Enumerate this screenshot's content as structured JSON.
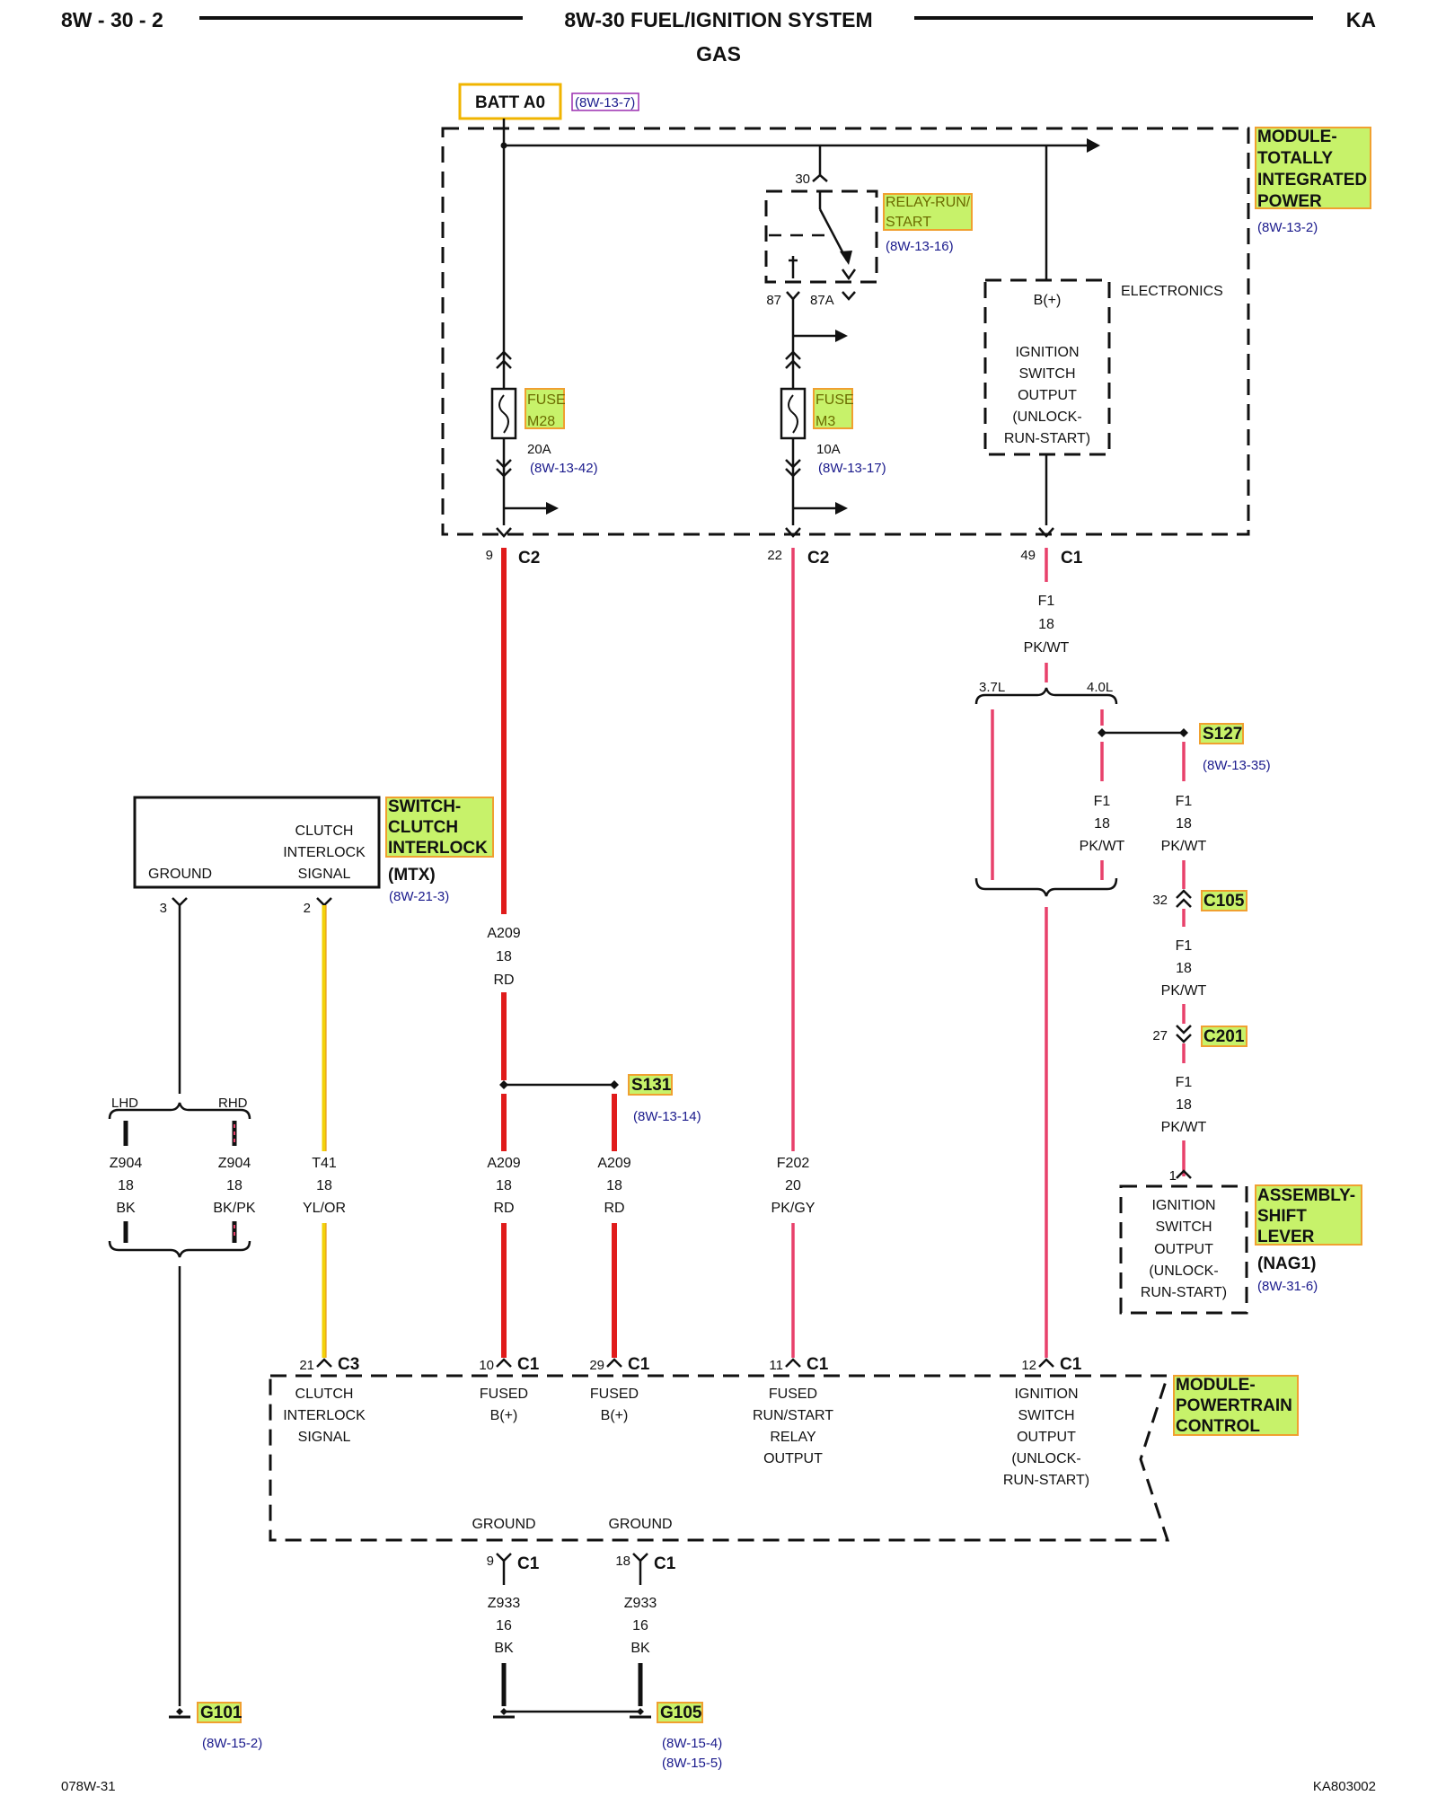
{
  "header": {
    "page_code": "8W - 30 - 2",
    "title": "8W-30 FUEL/IGNITION SYSTEM",
    "subtitle": "GAS",
    "model": "KA"
  },
  "footer": {
    "left_code": "078W-31",
    "right_code": "KA803002"
  },
  "source": {
    "name": "BATT A0",
    "ref": "(8W-13-7)"
  },
  "tipm": {
    "name_lines": [
      "MODULE-",
      "TOTALLY",
      "INTEGRATED",
      "POWER"
    ],
    "ref": "(8W-13-2)",
    "relay": {
      "name_lines": [
        "RELAY-RUN/",
        "START"
      ],
      "ref": "(8W-13-16)",
      "pin_30": "30",
      "pin_87": "87",
      "pin_87a": "87A"
    },
    "fuse_m28": {
      "name_lines": [
        "FUSE",
        "M28"
      ],
      "rating": "20A",
      "ref": "(8W-13-42)"
    },
    "fuse_m3": {
      "name_lines": [
        "FUSE",
        "M3"
      ],
      "rating": "10A",
      "ref": "(8W-13-17)"
    },
    "electronics": {
      "label": "ELECTRONICS",
      "bplus": "B(+)",
      "lines": [
        "IGNITION",
        "SWITCH",
        "OUTPUT",
        "(UNLOCK-",
        "RUN-START)"
      ]
    },
    "connectors": [
      {
        "pin": "9",
        "conn": "C2"
      },
      {
        "pin": "22",
        "conn": "C2"
      },
      {
        "pin": "49",
        "conn": "C1"
      }
    ]
  },
  "wires": {
    "f1_top": [
      "F1",
      "18",
      "PK/WT"
    ],
    "engine_3_7": "3.7L",
    "engine_4_0": "4.0L",
    "f1_left": [
      "F1",
      "18",
      "PK/WT"
    ],
    "f1_right": [
      "F1",
      "18",
      "PK/WT"
    ],
    "f1_c105": [
      "F1",
      "18",
      "PK/WT"
    ],
    "f1_c201": [
      "F1",
      "18",
      "PK/WT"
    ],
    "a209_top": [
      "A209",
      "18",
      "RD"
    ],
    "a209_left": [
      "A209",
      "18",
      "RD"
    ],
    "a209_right": [
      "A209",
      "18",
      "RD"
    ],
    "f202": [
      "F202",
      "20",
      "PK/GY"
    ],
    "t41": [
      "T41",
      "18",
      "YL/OR"
    ],
    "z904_bk": [
      "Z904",
      "18",
      "BK"
    ],
    "z904_bkpk": [
      "Z904",
      "18",
      "BK/PK"
    ],
    "z933_a": [
      "Z933",
      "16",
      "BK"
    ],
    "z933_b": [
      "Z933",
      "16",
      "BK"
    ],
    "lhd": "LHD",
    "rhd": "RHD"
  },
  "splices": {
    "s127": {
      "name": "S127",
      "ref": "(8W-13-35)"
    },
    "s131": {
      "name": "S131",
      "ref": "(8W-13-14)"
    }
  },
  "inline_connectors": {
    "c105": {
      "pin": "32",
      "name": "C105"
    },
    "c201": {
      "pin": "27",
      "name": "C201"
    }
  },
  "clutch_switch": {
    "name_lines": [
      "SWITCH-",
      "CLUTCH",
      "INTERLOCK"
    ],
    "variant": "(MTX)",
    "ref": "(8W-21-3)",
    "ground": "GROUND",
    "signal_lines": [
      "CLUTCH",
      "INTERLOCK",
      "SIGNAL"
    ],
    "pin_ground": "3",
    "pin_signal": "2"
  },
  "shift_lever": {
    "name_lines": [
      "ASSEMBLY-",
      "SHIFT",
      "LEVER"
    ],
    "variant": "(NAG1)",
    "ref": "(8W-31-6)",
    "pin": "1",
    "lines": [
      "IGNITION",
      "SWITCH",
      "OUTPUT",
      "(UNLOCK-",
      "RUN-START)"
    ]
  },
  "pcm": {
    "name_lines": [
      "MODULE-",
      "POWERTRAIN",
      "CONTROL"
    ],
    "inputs": [
      {
        "pin": "21",
        "conn": "C3",
        "lines": [
          "CLUTCH",
          "INTERLOCK",
          "SIGNAL"
        ]
      },
      {
        "pin": "10",
        "conn": "C1",
        "lines": [
          "FUSED",
          "B(+)"
        ]
      },
      {
        "pin": "29",
        "conn": "C1",
        "lines": [
          "FUSED",
          "B(+)"
        ]
      },
      {
        "pin": "11",
        "conn": "C1",
        "lines": [
          "FUSED",
          "RUN/START",
          "RELAY",
          "OUTPUT"
        ]
      },
      {
        "pin": "12",
        "conn": "C1",
        "lines": [
          "IGNITION",
          "SWITCH",
          "OUTPUT",
          "(UNLOCK-",
          "RUN-START)"
        ]
      }
    ],
    "grounds": [
      {
        "label": "GROUND",
        "pin": "9",
        "conn": "C1"
      },
      {
        "label": "GROUND",
        "pin": "18",
        "conn": "C1"
      }
    ]
  },
  "grounds": {
    "g101": {
      "name": "G101",
      "ref": "(8W-15-2)"
    },
    "g105": {
      "name": "G105",
      "refs": [
        "(8W-15-4)",
        "(8W-15-5)"
      ]
    }
  },
  "colors": {
    "red_wire": "#e01b1b",
    "pink_wire": "#e8416b",
    "yellow_wire": "#f2d20a",
    "highlight_fill": "#c7f26a",
    "highlight_border": "#f0a030"
  }
}
